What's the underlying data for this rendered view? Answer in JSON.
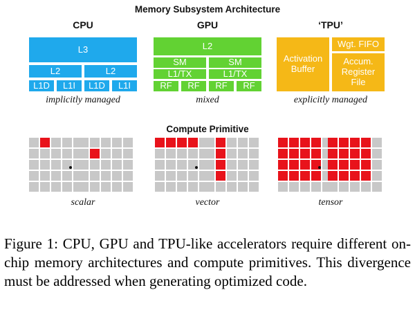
{
  "diagram": {
    "title": "Memory Subsystem Architecture",
    "cpu": {
      "header": "CPU",
      "l3": "L3",
      "l2_left": "L2",
      "l2_right": "L2",
      "l1d_left": "L1D",
      "l1i_left": "L1I",
      "l1d_right": "L1D",
      "l1i_right": "L1I",
      "caption": "implicitly managed",
      "color": "#1fa9ec"
    },
    "gpu": {
      "header": "GPU",
      "l2": "L2",
      "sm_left": "SM",
      "sm_right": "SM",
      "l1tx_left": "L1/TX",
      "l1tx_right": "L1/TX",
      "rf_1": "RF",
      "rf_2": "RF",
      "rf_3": "RF",
      "rf_4": "RF",
      "caption": "mixed",
      "color": "#62d233"
    },
    "tpu": {
      "header": "‘TPU’",
      "activation": "Activation Buffer",
      "wgt_fifo": "Wgt. FIFO",
      "accum": "Accum. Register File",
      "caption": "explicitly managed",
      "color": "#f5b817"
    },
    "compute": {
      "title": "Compute  Primitive",
      "scalar_label": "scalar",
      "vector_label": "vector",
      "tensor_label": "tensor",
      "active_color": "#e8131b",
      "inactive_color": "#c8c8c8"
    }
  },
  "figure_caption": "Figure 1: CPU, GPU and TPU-like accelerators require different on-chip memory architectures and compute primitives. This divergence must be addressed when generating optimized code."
}
